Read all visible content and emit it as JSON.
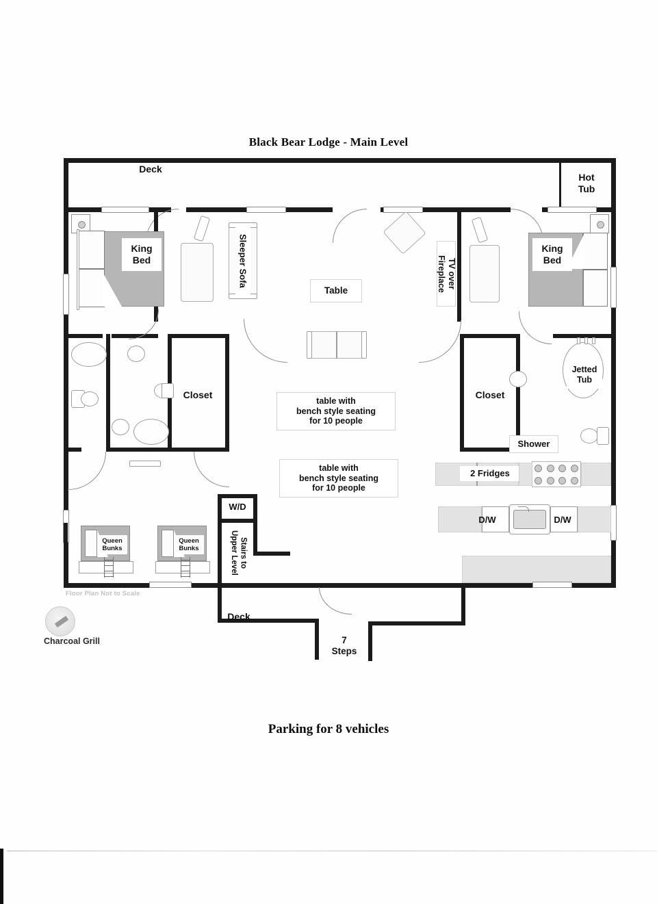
{
  "document": {
    "title": "Black Bear Lodge - Main Level",
    "footer_note": "Parking for 8 vehicles",
    "scale_note": "Floor Plan Not to Scale"
  },
  "colors": {
    "wall": "#1b1b1b",
    "bed_fill": "#b6b6b6",
    "counter_fill": "#e3e3e3",
    "paper": "#ffffff",
    "faint_text": "#c2c2c2"
  },
  "labels": {
    "deck_top": "Deck",
    "deck_bottom": "Deck",
    "hot_tub": "Hot\nTub",
    "king_bed_left": "King\nBed",
    "king_bed_right": "King\nBed",
    "sleeper_sofa": "Sleeper Sofa",
    "tv_over_fireplace": "TV over\nFireplace",
    "table": "Table",
    "dining_table_1": "table with\nbench style seating\nfor 10 people",
    "dining_table_2": "table with\nbench style seating\nfor 10 people",
    "closet_left": "Closet",
    "closet_right": "Closet",
    "jetted_tub": "Jetted\nTub",
    "shower": "Shower",
    "two_fridges": "2 Fridges",
    "dishwasher_left": "D/W",
    "dishwasher_right": "D/W",
    "washer_dryer": "W/D",
    "stairs_to_upper": "Stairs to\nUpper Level",
    "queen_bunks_1": "Queen\nBunks",
    "queen_bunks_2": "Queen\nBunks",
    "steps": "7\nSteps",
    "charcoal_grill": "Charcoal Grill"
  },
  "icons": {
    "grill": "charcoal-grill-icon",
    "fan_left": "ceiling-fan-icon",
    "fan_right": "ceiling-fan-icon",
    "stove": "stove-burners-icon",
    "sink": "kitchen-sink-icon"
  },
  "counts": {
    "parking_vehicles": 8,
    "dining_seats_each": 10,
    "dining_tables": 2,
    "fridges": 2,
    "dishwashers": 2,
    "king_beds": 2,
    "queen_bunks": 2,
    "steps": 7,
    "stove_burners": 8
  }
}
